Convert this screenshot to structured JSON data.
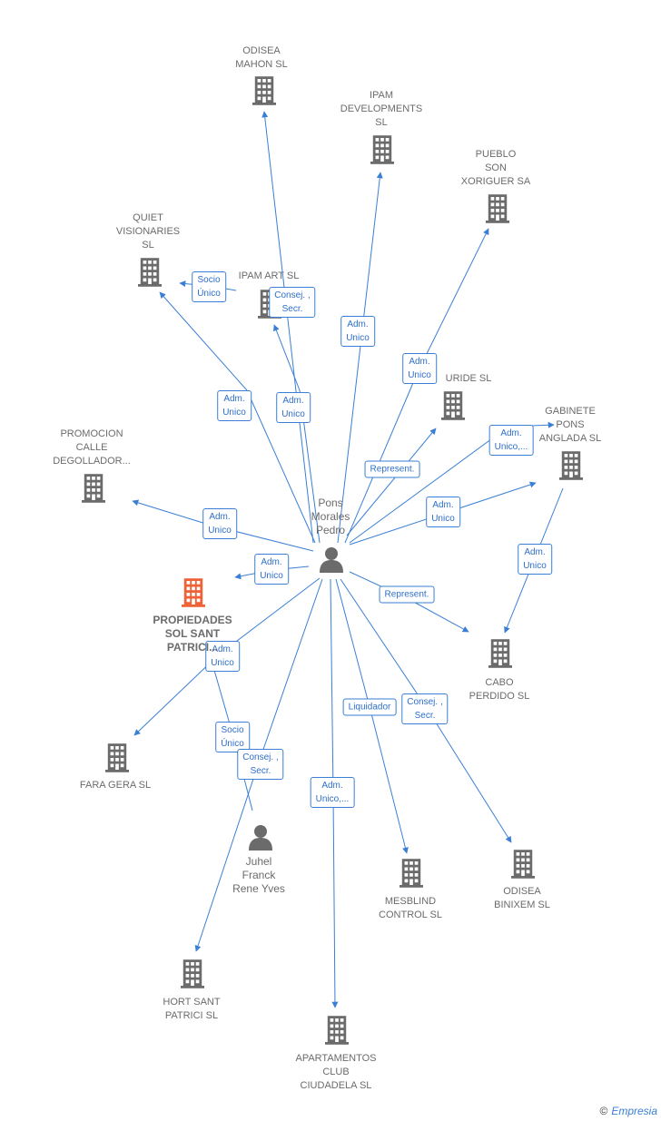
{
  "colors": {
    "edge": "#3a7fd5",
    "building": "#6b6b6b",
    "focus_building": "#f06236",
    "person": "#6b6b6b"
  },
  "nodes": [
    {
      "id": "odisea_mahon",
      "label": "ODISEA\nMAHON  SL",
      "icon": "building-icon"
    },
    {
      "id": "ipam_dev",
      "label": "IPAM\nDEVELOPMENTS\nSL",
      "icon": "building-icon"
    },
    {
      "id": "pueblo",
      "label": "PUEBLO\nSON\nXORIGUER SA",
      "icon": "building-icon"
    },
    {
      "id": "quiet",
      "label": "QUIET\nVISIONARIES\nSL",
      "icon": "building-icon"
    },
    {
      "id": "ipam_art",
      "label": "IPAM ART  SL",
      "icon": "building-icon"
    },
    {
      "id": "uride",
      "label": "URIDE  SL",
      "icon": "building-icon"
    },
    {
      "id": "gabinete",
      "label": "GABINETE\nPONS\nANGLADA  SL",
      "icon": "building-icon"
    },
    {
      "id": "promocion",
      "label": "PROMOCION\nCALLE\nDEGOLLADOR...",
      "icon": "building-icon"
    },
    {
      "id": "propiedades",
      "label": "PROPIEDADES\nSOL SANT\nPATRICI...",
      "icon": "building-icon",
      "focus": true
    },
    {
      "id": "cabo",
      "label": "CABO\nPERDIDO SL",
      "icon": "building-icon"
    },
    {
      "id": "fara",
      "label": "FARA GERA SL",
      "icon": "building-icon"
    },
    {
      "id": "mesblind",
      "label": "MESBLIND\nCONTROL SL",
      "icon": "building-icon"
    },
    {
      "id": "odisea_binixem",
      "label": "ODISEA\nBINIXEM  SL",
      "icon": "building-icon"
    },
    {
      "id": "hort",
      "label": "HORT SANT\nPATRICI  SL",
      "icon": "building-icon"
    },
    {
      "id": "apartamentos",
      "label": "APARTAMENTOS\nCLUB\nCIUDADELA  SL",
      "icon": "building-icon"
    },
    {
      "id": "pons",
      "label": "Pons\nMorales\nPedro",
      "icon": "person-icon"
    },
    {
      "id": "juhel",
      "label": "Juhel\nFranck\nRene Yves",
      "icon": "person-icon"
    }
  ],
  "edges": [
    {
      "label": "Socio\nÚnico"
    },
    {
      "label": "Consej. ,\nSecr."
    },
    {
      "label": "Adm.\nUnico"
    },
    {
      "label": "Adm.\nUnico"
    },
    {
      "label": "Adm.\nUnico"
    },
    {
      "label": "Adm.\nUnico"
    },
    {
      "label": "Adm.\nUnico,..."
    },
    {
      "label": "Represent."
    },
    {
      "label": "Adm.\nUnico"
    },
    {
      "label": "Adm.\nUnico"
    },
    {
      "label": "Adm.\nUnico"
    },
    {
      "label": "Adm.\nUnico"
    },
    {
      "label": "Represent."
    },
    {
      "label": "Adm.\nUnico"
    },
    {
      "label": "Liquidador"
    },
    {
      "label": "Consej. ,\nSecr."
    },
    {
      "label": "Socio\nÚnico"
    },
    {
      "label": "Consej. ,\nSecr."
    },
    {
      "label": "Adm.\nUnico,..."
    }
  ],
  "footer": {
    "copyright": "©",
    "brand": "Empresia"
  }
}
